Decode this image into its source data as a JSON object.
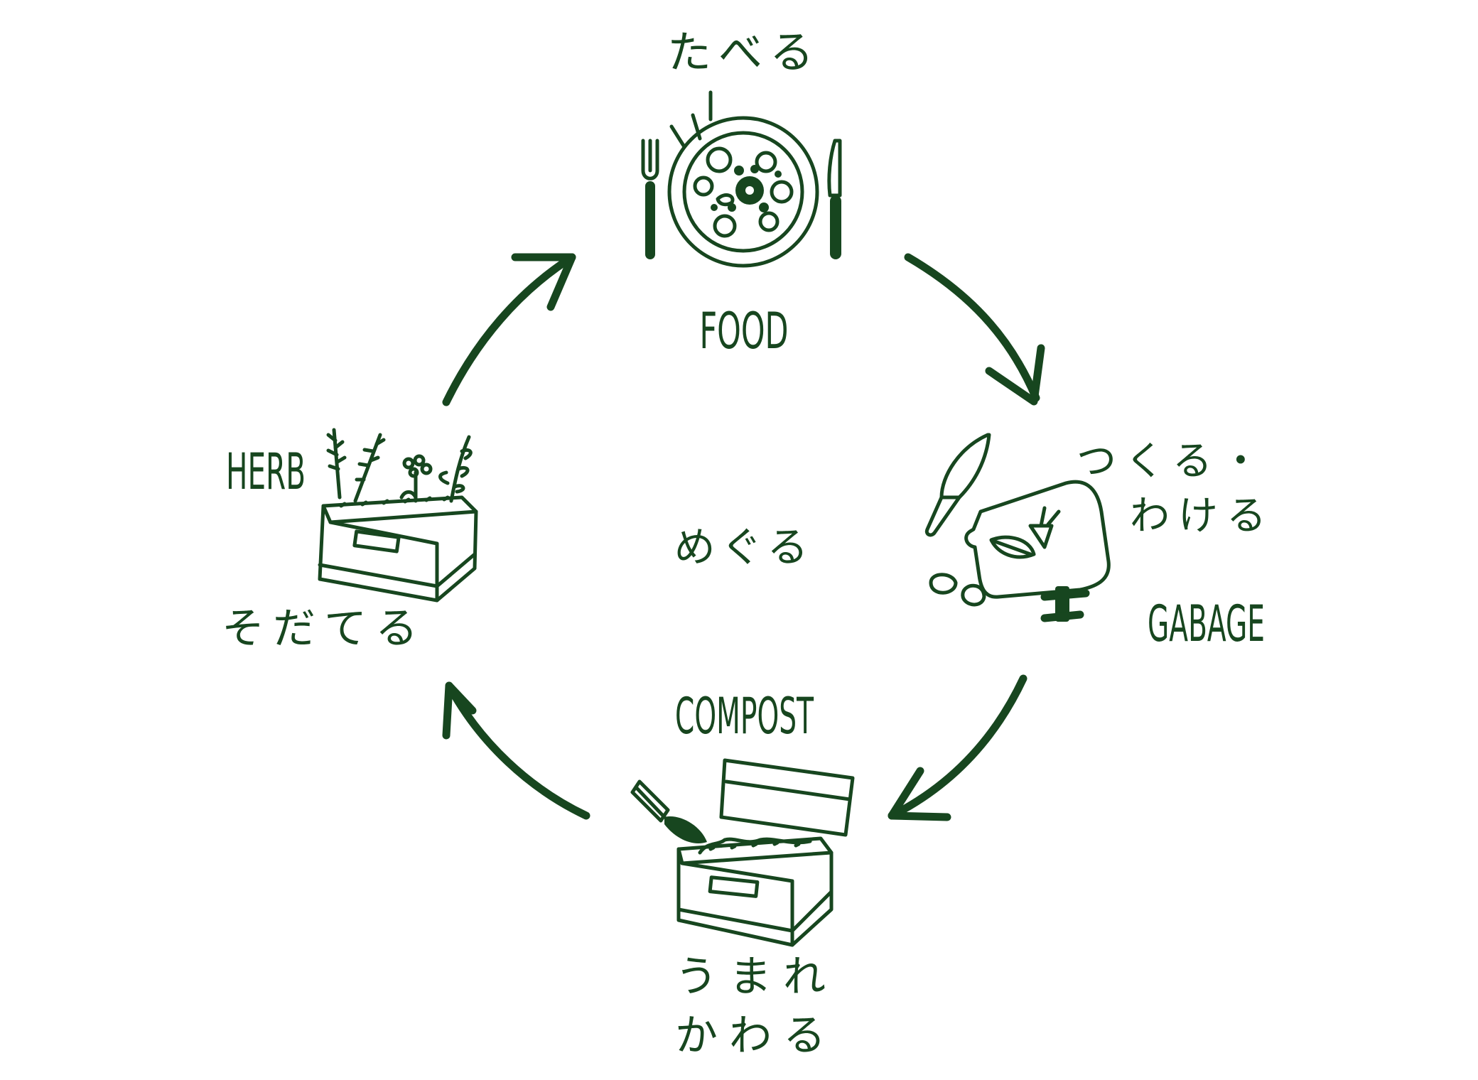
{
  "theme": {
    "ink": "#17461f",
    "background": "#ffffff"
  },
  "center": {
    "label": "めぐる"
  },
  "nodes": {
    "food": {
      "label_jp": "たべる",
      "label_en": "FOOD",
      "icon": "plate-with-fork-and-knife-icon"
    },
    "garbage": {
      "label_jp_line1": "つくる・",
      "label_jp_line2": "わける",
      "label_en": "GABAGE",
      "icon": "knife-cutting-board-scraps-icon"
    },
    "compost": {
      "label_jp_line1": "うまれ",
      "label_jp_line2": "かわる",
      "label_en": "COMPOST",
      "icon": "compost-box-with-trowel-icon"
    },
    "herb": {
      "label_jp": "そだてる",
      "label_en": "HERB",
      "icon": "herb-planter-box-icon"
    }
  },
  "arrows": [
    "food-to-garbage",
    "garbage-to-compost",
    "compost-to-herb",
    "herb-to-food"
  ]
}
